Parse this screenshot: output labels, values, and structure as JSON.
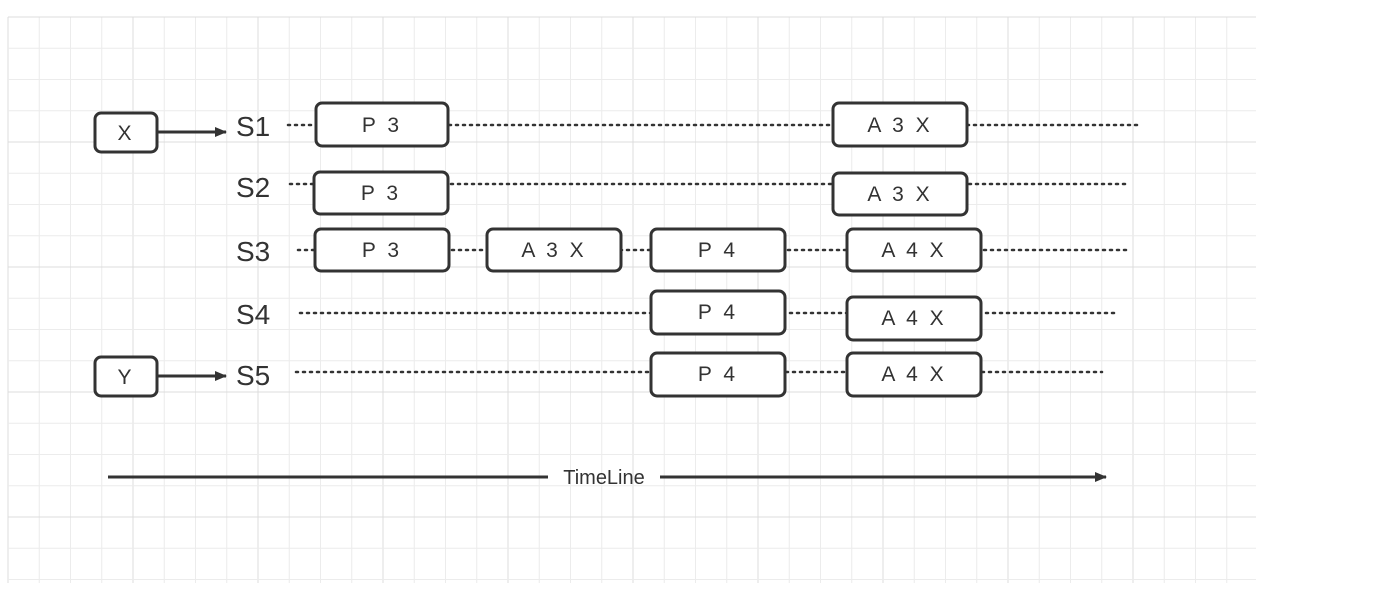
{
  "clients": [
    {
      "label": "X",
      "target": "S1"
    },
    {
      "label": "Y",
      "target": "S5"
    }
  ],
  "servers": [
    {
      "label": "S1"
    },
    {
      "label": "S2"
    },
    {
      "label": "S3"
    },
    {
      "label": "S4"
    },
    {
      "label": "S5"
    }
  ],
  "messages": [
    {
      "server": "S1",
      "label": "P 3"
    },
    {
      "server": "S1",
      "label": "A 3  X"
    },
    {
      "server": "S2",
      "label": "P 3"
    },
    {
      "server": "S2",
      "label": "A 3  X"
    },
    {
      "server": "S3",
      "label": "P 3"
    },
    {
      "server": "S3",
      "label": "A 3  X"
    },
    {
      "server": "S3",
      "label": "P  4"
    },
    {
      "server": "S3",
      "label": "A  4  X"
    },
    {
      "server": "S4",
      "label": "P  4"
    },
    {
      "server": "S4",
      "label": "A  4  X"
    },
    {
      "server": "S5",
      "label": "P  4"
    },
    {
      "server": "S5",
      "label": "A  4  X"
    }
  ],
  "timeline": {
    "label": "TimeLine"
  },
  "colors": {
    "stroke": "#333333",
    "grid_minor": "#ececec",
    "grid_major": "#dcdcdc",
    "background": "#ffffff"
  }
}
